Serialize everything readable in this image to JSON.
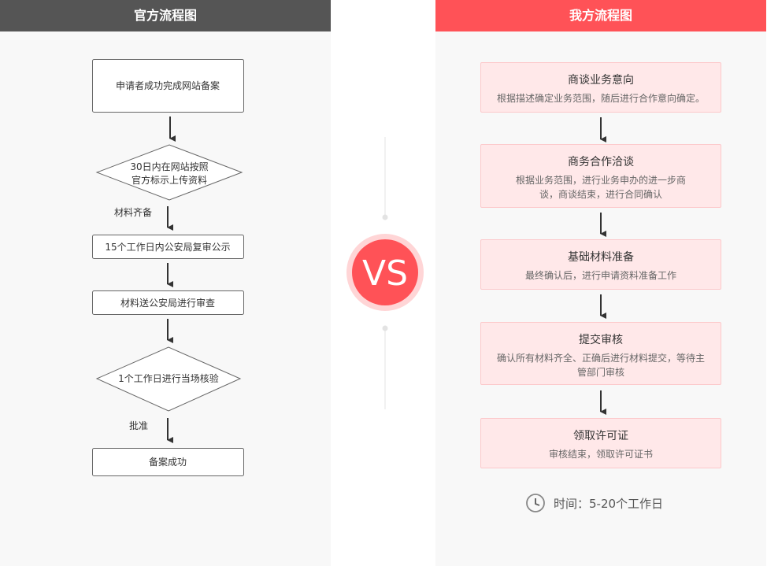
{
  "left": {
    "title": "官方流程图",
    "steps": [
      "申请者成功完成网站备案",
      "30日内在网站按照",
      "官方标示上传资料",
      "材料齐备",
      "15个工作日内公安局复审公示",
      "材料送公安局进行审查",
      "1个工作日进行当场核验",
      "批准",
      "备案成功"
    ]
  },
  "vs": {
    "label": "VS",
    "color": "#ff5257"
  },
  "right": {
    "title": "我方流程图",
    "steps": [
      {
        "title": "商谈业务意向",
        "desc": "根据描述确定业务范围，随后进行合作意向确定。"
      },
      {
        "title": "商务合作洽谈",
        "desc": "根据业务范围，进行业务申办的进一步商谈，商谈结束，进行合同确认"
      },
      {
        "title": "基础材料准备",
        "desc": "最终确认后，进行申请资料准备工作"
      },
      {
        "title": "提交审核",
        "desc": "确认所有材料齐全、正确后进行材料提交，等待主管部门审核"
      },
      {
        "title": "领取许可证",
        "desc": "审核结束，领取许可证书"
      }
    ],
    "time": "时间：5-20个工作日",
    "time_icon": "clock-icon"
  },
  "colors": {
    "left_header": "#555555",
    "right_header": "#ff5257",
    "box_fill": "#ffe8e9"
  }
}
